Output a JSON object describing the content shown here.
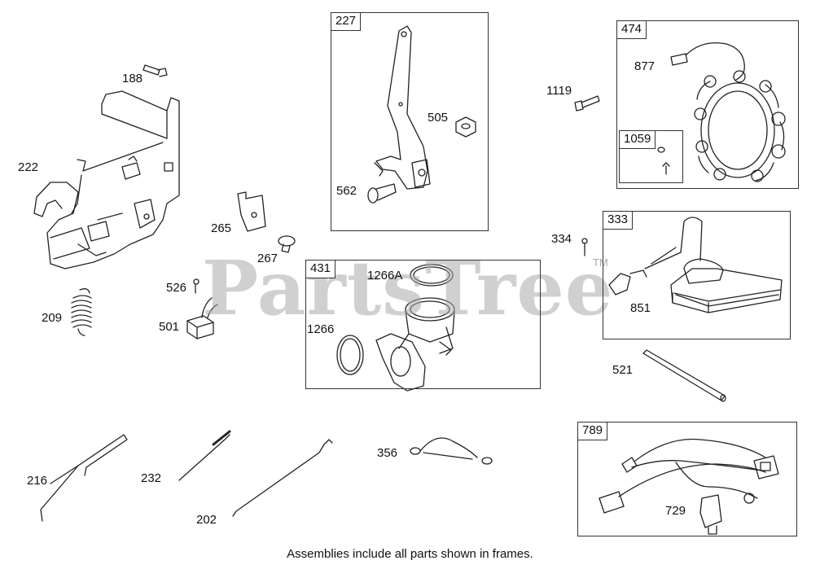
{
  "watermark": {
    "text": "PartsTree",
    "tm": "TM"
  },
  "frames": {
    "f227": "227",
    "f474": "474",
    "f1059": "1059",
    "f333": "333",
    "f431": "431",
    "f789": "789"
  },
  "labels": {
    "p188": "188",
    "p222": "222",
    "p209": "209",
    "p265": "265",
    "p267": "267",
    "p526": "526",
    "p501": "501",
    "p505": "505",
    "p562": "562",
    "p1266A": "1266A",
    "p1266": "1266",
    "p1119": "1119",
    "p877": "877",
    "p334": "334",
    "p851": "851",
    "p521": "521",
    "p216": "216",
    "p232": "232",
    "p202": "202",
    "p356": "356",
    "p729": "729"
  },
  "footer": "Assemblies include all parts shown in frames."
}
